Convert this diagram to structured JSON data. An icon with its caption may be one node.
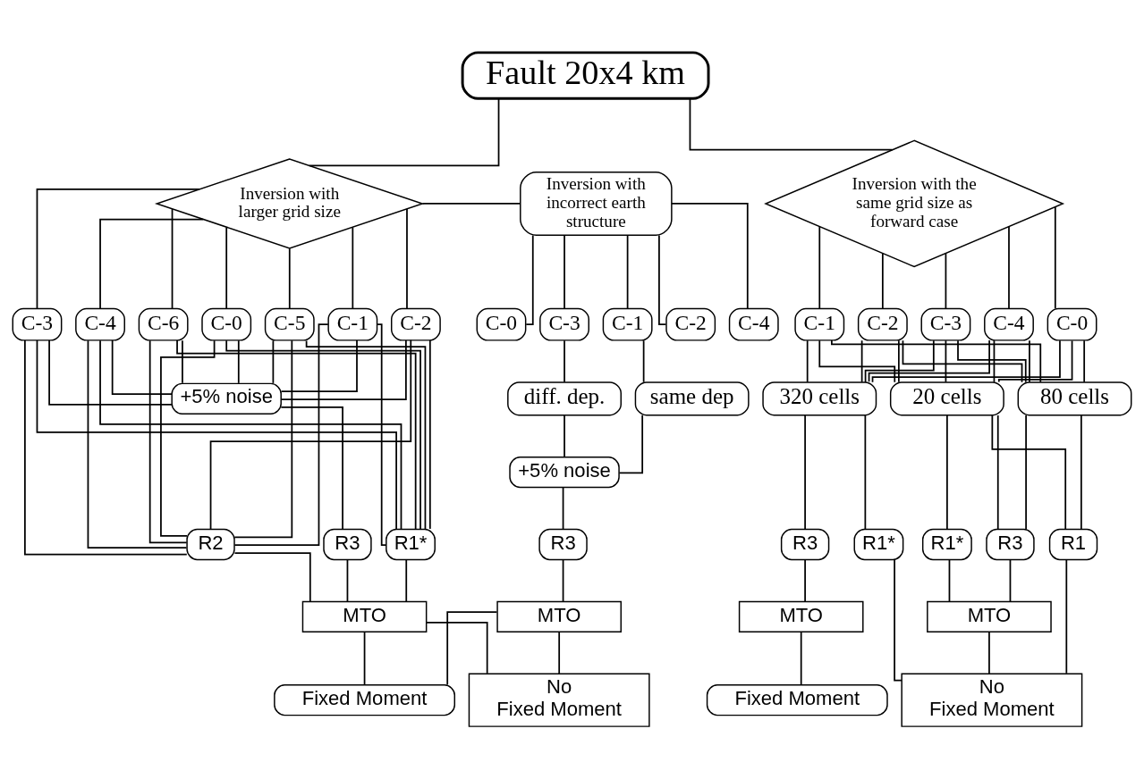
{
  "diagram": {
    "nodes": [
      {
        "text": [
          "Fault 20x4 km"
        ]
      },
      {
        "text": [
          "Inversion with the same grid size as forward case"
        ]
      },
      {
        "text": [
          "Inversion with larger grid size"
        ]
      },
      {
        "text": [
          "Inversion with incorrect earth structure"
        ]
      },
      {
        "text": [
          "C-0"
        ]
      },
      {
        "text": [
          "C-1"
        ]
      },
      {
        "text": [
          "C-2"
        ]
      },
      {
        "text": [
          "C-3"
        ]
      },
      {
        "text": [
          "C-4"
        ]
      },
      {
        "text": [
          "20 cells"
        ]
      },
      {
        "text": [
          "80 cells"
        ]
      },
      {
        "text": [
          "320 cells"
        ]
      },
      {
        "text": [
          "R1*"
        ]
      },
      {
        "text": [
          "R3"
        ]
      },
      {
        "text": [
          "R1"
        ]
      },
      {
        "text": [
          "R1*"
        ]
      },
      {
        "text": [
          "R3"
        ]
      },
      {
        "text": [
          "MTO"
        ]
      },
      {
        "text": [
          "MTO"
        ]
      },
      {
        "text": [
          "No Fixed Moment"
        ]
      },
      {
        "text": [
          "Fixed Moment"
        ]
      },
      {
        "text": [
          "C-0"
        ]
      },
      {
        "text": [
          "C-1"
        ]
      },
      {
        "text": [
          "C-2"
        ]
      },
      {
        "text": [
          "C-3"
        ]
      },
      {
        "text": [
          "C-4"
        ]
      },
      {
        "text": [
          "C-5"
        ]
      },
      {
        "text": [
          "C-6"
        ]
      },
      {
        "text": [
          "+5% noise"
        ]
      },
      {
        "text": [
          "R1*"
        ]
      },
      {
        "text": [
          "R2"
        ]
      },
      {
        "text": [
          "R3"
        ]
      },
      {
        "text": [
          "MTO"
        ]
      },
      {
        "text": [
          "C-0"
        ]
      },
      {
        "text": [
          "C-1"
        ]
      },
      {
        "text": [
          "C-2"
        ]
      },
      {
        "text": [
          "C-3"
        ]
      },
      {
        "text": [
          "C-4"
        ]
      },
      {
        "text": [
          "same dep"
        ]
      },
      {
        "text": [
          "diff. dep."
        ]
      },
      {
        "text": [
          "+5% noise"
        ]
      },
      {
        "text": [
          "R3"
        ]
      },
      {
        "text": [
          "MTO"
        ]
      },
      {
        "text": [
          "No Fixed Moment"
        ]
      },
      {
        "text": [
          "Fixed Moment"
        ]
      }
    ],
    "edges": [
      {
        "from": 0,
        "to": 1,
        "arrow": "none"
      },
      {
        "from": 0,
        "to": 2,
        "arrow": "none"
      },
      {
        "from": 2,
        "to": 3,
        "arrow": "none"
      },
      {
        "from": 1,
        "to": 4,
        "arrow": "none"
      },
      {
        "from": 1,
        "to": 5,
        "arrow": "none"
      },
      {
        "from": 1,
        "to": 6,
        "arrow": "none"
      },
      {
        "from": 1,
        "to": 7,
        "arrow": "none"
      },
      {
        "from": 1,
        "to": 8,
        "arrow": "none"
      },
      {
        "from": 4,
        "to": 9,
        "arrow": "none"
      },
      {
        "from": 4,
        "to": 10,
        "arrow": "none"
      },
      {
        "from": 4,
        "to": 11,
        "arrow": "none"
      },
      {
        "from": 5,
        "to": 9,
        "arrow": "none"
      },
      {
        "from": 5,
        "to": 10,
        "arrow": "none"
      },
      {
        "from": 5,
        "to": 11,
        "arrow": "none"
      },
      {
        "from": 6,
        "to": 9,
        "arrow": "none"
      },
      {
        "from": 6,
        "to": 10,
        "arrow": "none"
      },
      {
        "from": 6,
        "to": 11,
        "arrow": "none"
      },
      {
        "from": 7,
        "to": 9,
        "arrow": "none"
      },
      {
        "from": 7,
        "to": 10,
        "arrow": "none"
      },
      {
        "from": 7,
        "to": 11,
        "arrow": "none"
      },
      {
        "from": 8,
        "to": 9,
        "arrow": "none"
      },
      {
        "from": 8,
        "to": 10,
        "arrow": "none"
      },
      {
        "from": 8,
        "to": 11,
        "arrow": "none"
      },
      {
        "from": 9,
        "to": 12,
        "arrow": "none"
      },
      {
        "from": 9,
        "to": 13,
        "arrow": "none"
      },
      {
        "from": 9,
        "to": 14,
        "arrow": "none"
      },
      {
        "from": 10,
        "to": 13,
        "arrow": "none"
      },
      {
        "from": 10,
        "to": 14,
        "arrow": "none"
      },
      {
        "from": 11,
        "to": 15,
        "arrow": "none"
      },
      {
        "from": 11,
        "to": 16,
        "arrow": "none"
      },
      {
        "from": 12,
        "to": 17,
        "arrow": "none"
      },
      {
        "from": 13,
        "to": 17,
        "arrow": "none"
      },
      {
        "from": 17,
        "to": 19,
        "arrow": "none"
      },
      {
        "from": 14,
        "to": 19,
        "arrow": "none"
      },
      {
        "from": 15,
        "to": 19,
        "arrow": "none"
      },
      {
        "from": 16,
        "to": 18,
        "arrow": "none"
      },
      {
        "from": 18,
        "to": 20,
        "arrow": "none"
      },
      {
        "from": 2,
        "to": 21,
        "arrow": "none"
      },
      {
        "from": 2,
        "to": 22,
        "arrow": "none"
      },
      {
        "from": 2,
        "to": 23,
        "arrow": "none"
      },
      {
        "from": 2,
        "to": 24,
        "arrow": "none"
      },
      {
        "from": 2,
        "to": 25,
        "arrow": "none"
      },
      {
        "from": 2,
        "to": 26,
        "arrow": "none"
      },
      {
        "from": 2,
        "to": 27,
        "arrow": "none"
      },
      {
        "from": 21,
        "to": 29,
        "arrow": "none"
      },
      {
        "from": 21,
        "to": 30,
        "arrow": "none"
      },
      {
        "from": 21,
        "to": 28,
        "arrow": "none"
      },
      {
        "from": 22,
        "to": 29,
        "arrow": "none"
      },
      {
        "from": 22,
        "to": 30,
        "arrow": "none"
      },
      {
        "from": 22,
        "to": 28,
        "arrow": "none"
      },
      {
        "from": 23,
        "to": 29,
        "arrow": "none"
      },
      {
        "from": 23,
        "to": 30,
        "arrow": "none"
      },
      {
        "from": 23,
        "to": 28,
        "arrow": "none"
      },
      {
        "from": 24,
        "to": 29,
        "arrow": "none"
      },
      {
        "from": 24,
        "to": 30,
        "arrow": "none"
      },
      {
        "from": 24,
        "to": 28,
        "arrow": "none"
      },
      {
        "from": 25,
        "to": 29,
        "arrow": "none"
      },
      {
        "from": 25,
        "to": 30,
        "arrow": "none"
      },
      {
        "from": 25,
        "to": 28,
        "arrow": "none"
      },
      {
        "from": 26,
        "to": 29,
        "arrow": "none"
      },
      {
        "from": 26,
        "to": 30,
        "arrow": "none"
      },
      {
        "from": 26,
        "to": 28,
        "arrow": "none"
      },
      {
        "from": 27,
        "to": 29,
        "arrow": "none"
      },
      {
        "from": 27,
        "to": 30,
        "arrow": "none"
      },
      {
        "from": 27,
        "to": 28,
        "arrow": "none"
      },
      {
        "from": 28,
        "to": 31,
        "arrow": "none"
      },
      {
        "from": 29,
        "to": 32,
        "arrow": "none"
      },
      {
        "from": 30,
        "to": 32,
        "arrow": "none"
      },
      {
        "from": 31,
        "to": 32,
        "arrow": "none"
      },
      {
        "from": 3,
        "to": 33,
        "arrow": "none"
      },
      {
        "from": 3,
        "to": 34,
        "arrow": "none"
      },
      {
        "from": 3,
        "to": 35,
        "arrow": "none"
      },
      {
        "from": 3,
        "to": 36,
        "arrow": "none"
      },
      {
        "from": 3,
        "to": 37,
        "arrow": "none"
      },
      {
        "from": 34,
        "to": 38,
        "arrow": "none"
      },
      {
        "from": 36,
        "to": 39,
        "arrow": "none"
      },
      {
        "from": 38,
        "to": 40,
        "arrow": "none"
      },
      {
        "from": 39,
        "to": 40,
        "arrow": "none"
      },
      {
        "from": 40,
        "to": 41,
        "arrow": "none"
      },
      {
        "from": 41,
        "to": 42,
        "arrow": "none"
      },
      {
        "from": 32,
        "to": 43,
        "arrow": "none"
      },
      {
        "from": 32,
        "to": 44,
        "arrow": "none"
      },
      {
        "from": 42,
        "to": 43,
        "arrow": "none"
      },
      {
        "from": 42,
        "to": 44,
        "arrow": "none"
      }
    ]
  }
}
